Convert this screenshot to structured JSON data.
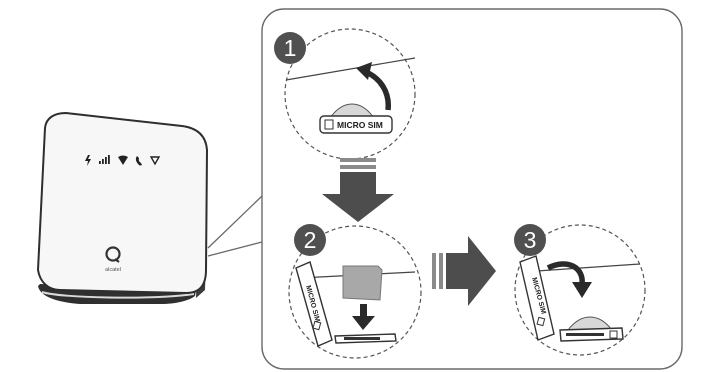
{
  "figure": {
    "steps": [
      {
        "number": "1"
      },
      {
        "number": "2"
      },
      {
        "number": "3"
      }
    ],
    "slot_label": "MICRO SIM",
    "tray_label": "MICRO SIM",
    "brand_logo_text": "alcatel",
    "colors": {
      "panel_border": "#6a6a6a",
      "step_badge": "#505050",
      "arrow_dark": "#4d4d4d",
      "arrow_mid": "#8a8a8a",
      "device_body": "#f7f7f7",
      "device_edge": "#3a3a3a",
      "sim_card": "#a8a8a8"
    },
    "icons": [
      "power-icon",
      "signal-icon",
      "wifi-icon",
      "phone-icon",
      "internet-icon"
    ]
  }
}
